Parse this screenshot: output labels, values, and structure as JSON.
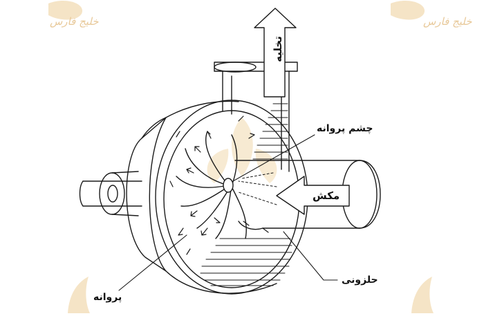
{
  "labels": {
    "discharge": "تخلیه",
    "impeller_eye": "چشم پروانه",
    "suction": "مکش",
    "volute": "حلزونی",
    "impeller": "پروانه"
  },
  "watermark": {
    "text": "خلیج فارس",
    "color": "#e8c99a"
  },
  "colors": {
    "line": "#1a1a1a",
    "background": "#ffffff"
  }
}
